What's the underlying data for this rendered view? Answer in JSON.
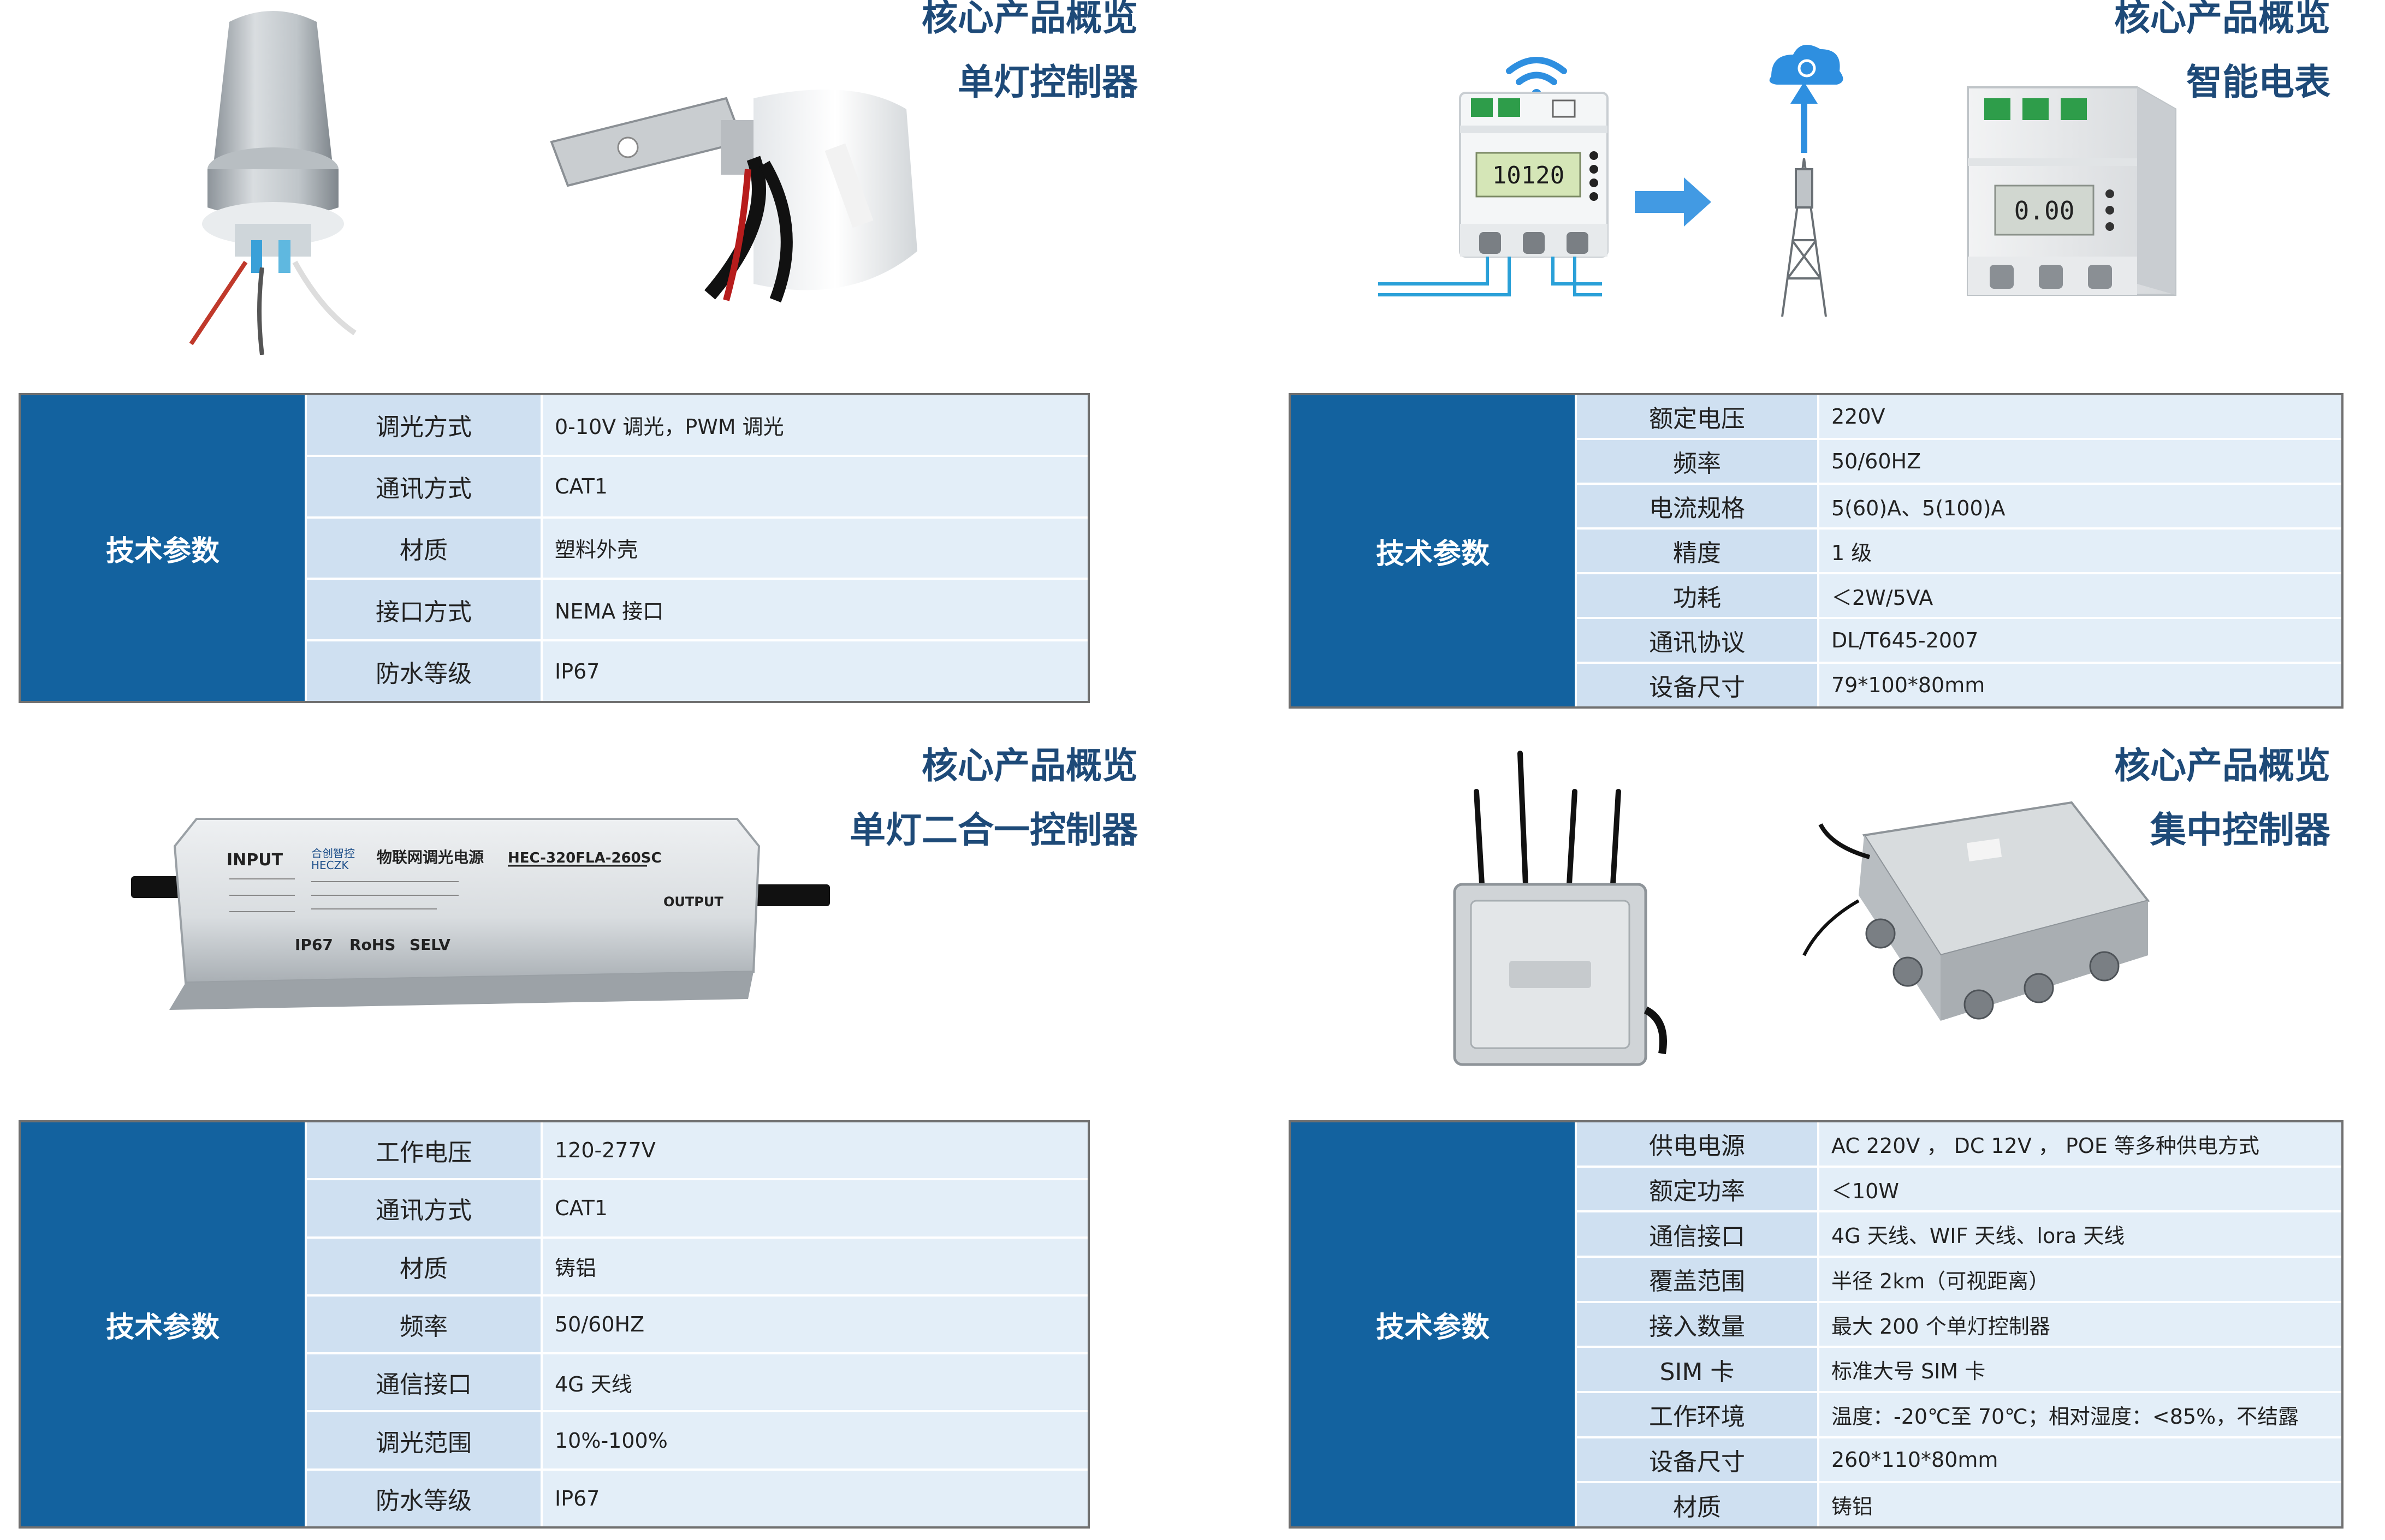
{
  "quadrants": [
    {
      "heading": "核心产品概览",
      "product": "单灯控制器",
      "label": "技术参数",
      "rows": [
        {
          "name": "调光方式",
          "value": "0-10V 调光，PWM 调光"
        },
        {
          "name": "通讯方式",
          "value": "CAT1"
        },
        {
          "name": "材质",
          "value": "塑料外壳"
        },
        {
          "name": "接口方式",
          "value": "NEMA 接口"
        },
        {
          "name": "防水等级",
          "value": "IP67"
        }
      ]
    },
    {
      "heading": "核心产品概览",
      "product": "智能电表",
      "label": "技术参数",
      "rows": [
        {
          "name": "额定电压",
          "value": "220V"
        },
        {
          "name": "频率",
          "value": "50/60HZ"
        },
        {
          "name": "电流规格",
          "value": "5(60)A、5(100)A"
        },
        {
          "name": "精度",
          "value": "1 级"
        },
        {
          "name": "功耗",
          "value": "＜2W/5VA"
        },
        {
          "name": "通讯协议",
          "value": "DL/T645-2007"
        },
        {
          "name": "设备尺寸",
          "value": "79*100*80mm"
        }
      ]
    },
    {
      "heading": "核心产品概览",
      "product": "单灯二合一控制器",
      "label": "技术参数",
      "rows": [
        {
          "name": "工作电压",
          "value": "120-277V"
        },
        {
          "name": "通讯方式",
          "value": "CAT1"
        },
        {
          "name": "材质",
          "value": "铸铝"
        },
        {
          "name": "频率",
          "value": "50/60HZ"
        },
        {
          "name": "通信接口",
          "value": "4G 天线"
        },
        {
          "name": "调光范围",
          "value": "10%-100%"
        },
        {
          "name": "防水等级",
          "value": "IP67"
        }
      ]
    },
    {
      "heading": "核心产品概览",
      "product": "集中控制器",
      "label": "技术参数",
      "rows": [
        {
          "name": "供电电源",
          "value": "AC 220V ， DC 12V ， POE 等多种供电方式"
        },
        {
          "name": "额定功率",
          "value": "＜10W"
        },
        {
          "name": "通信接口",
          "value": "4G 天线、WIF 天线、lora 天线"
        },
        {
          "name": "覆盖范围",
          "value": "半径 2km（可视距离）"
        },
        {
          "name": "接入数量",
          "value": "最大 200 个单灯控制器"
        },
        {
          "name": "SIM 卡",
          "value": "标准大号 SIM 卡"
        },
        {
          "name": "工作环境",
          "value": "温度：-20℃至 70℃；相对湿度：<85%，不结露"
        },
        {
          "name": "设备尺寸",
          "value": "260*110*80mm"
        },
        {
          "name": "材质",
          "value": "铸铝"
        }
      ]
    }
  ],
  "photo_labels": {
    "driver_input": "INPUT",
    "driver_brand_cn": "合创智控",
    "driver_brand": "HECZK",
    "driver_title": "物联网调光电源",
    "driver_model": "HEC-320FLA-260SC",
    "driver_output": "OUTPUT",
    "driver_ip": "IP67",
    "driver_rohs": "RoHS",
    "driver_selv": "SELV",
    "meter_display": "10120",
    "meter2_display": "0.00"
  },
  "colors": {
    "accent": "#13629f",
    "heading": "#1e4a78",
    "cell_name": "#cfe0f1",
    "cell_value": "#e3eef8"
  }
}
